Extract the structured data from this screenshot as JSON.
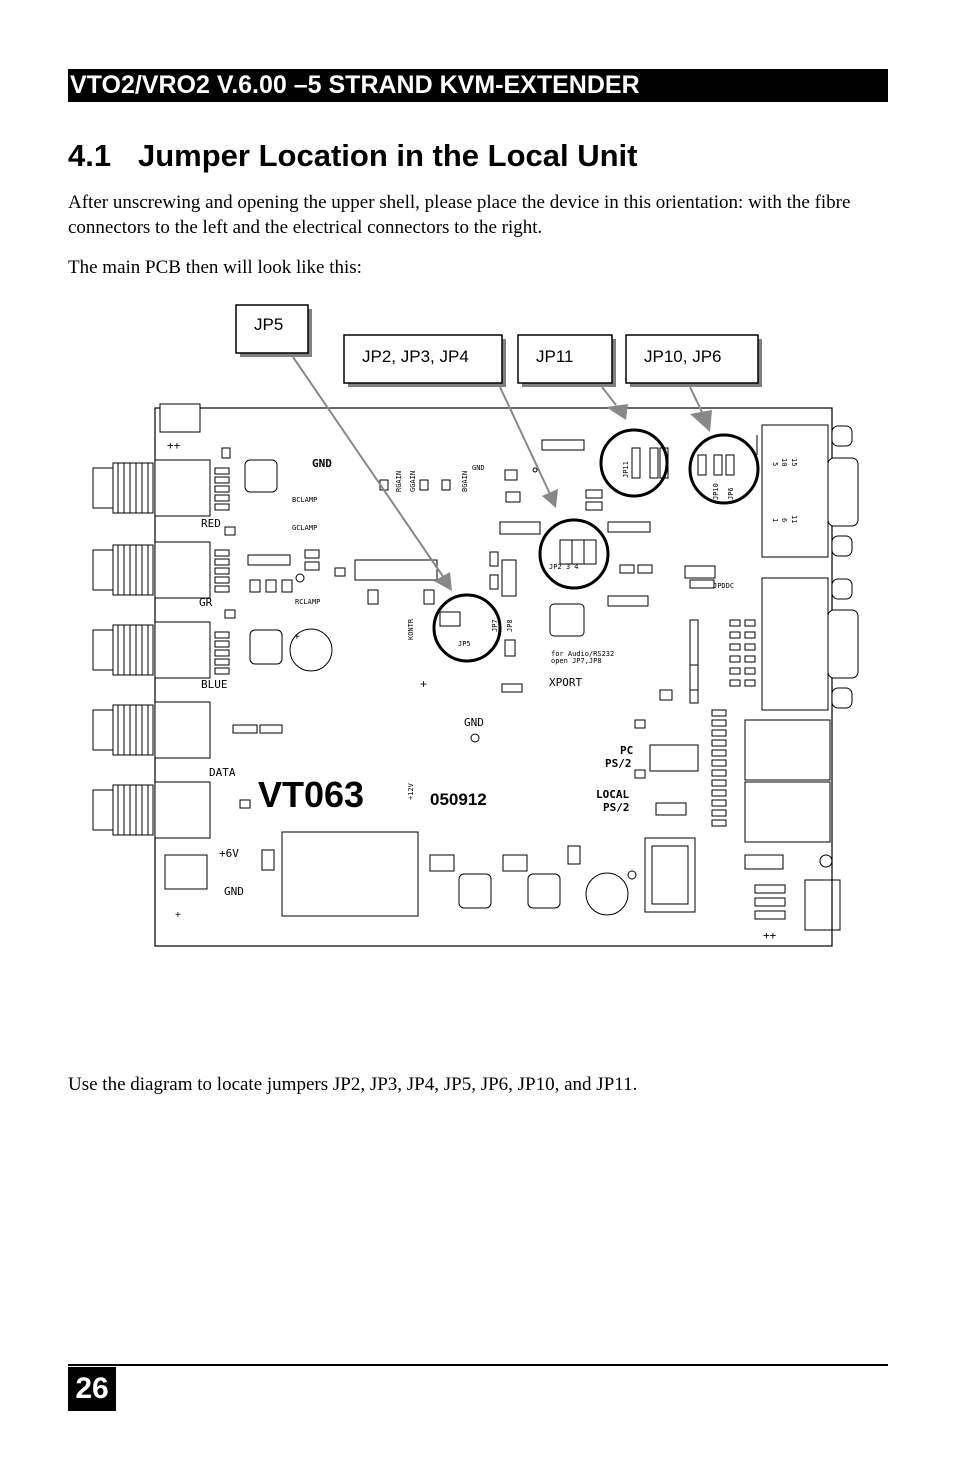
{
  "header": {
    "title": "VTO2/VRO2 V.6.00 –5 STRAND KVM-EXTENDER"
  },
  "section": {
    "number": "4.1",
    "title": "Jumper Location in the Local Unit"
  },
  "paragraphs": {
    "intro": "After unscrewing and opening the upper shell, please place the device in this orientation: with the fibre connectors to the left and the electrical connectors to the right.",
    "pcb_intro": "The main PCB then will look like this:",
    "usage": "Use the diagram to locate jumpers JP2, JP3, JP4, JP5, JP6, JP10, and JP11."
  },
  "callouts": {
    "jp5": "JP5",
    "jp234": "JP2, JP3, JP4",
    "jp11": "JP11",
    "jp10_jp6": "JP10, JP6"
  },
  "pcb_labels": {
    "gnd_top": "GND",
    "gnd_mid": "GND",
    "gnd_bottom": "GND",
    "plus_plus_top": "++",
    "plus_plus_bottom": "++",
    "red": "RED",
    "gr": "GR",
    "blue": "BLUE",
    "data": "DATA",
    "bclamp": "BCLAMP",
    "gclamp": "GCLAMP",
    "rclamp": "RCLAMP",
    "rgain": "RGAIN",
    "ggain": "GGAIN",
    "bgain": "BGAIN",
    "jp2_row": "JP2  3  4",
    "jp5_label": "JP5",
    "jp7": "JP7",
    "jp8": "JP8",
    "jp10": "JP10",
    "jp6": "JP6",
    "jp11": "JP11",
    "kontr": "KONTR",
    "board_name": "VT063",
    "board_date": "050912",
    "plus_12v": "+12V",
    "plus_6v": "+6V",
    "audio_note_1": "for Audio/RS232",
    "audio_note_2": "open JP7,JP8",
    "xport": "XPORT",
    "pc": "PC",
    "ps2_pc": "PS/2",
    "local": "LOCAL",
    "ps2_local": "PS/2",
    "jpddc": "JPDDC",
    "pin_5": "5",
    "pin_10": "10",
    "pin_15": "15",
    "pin_1": "1",
    "pin_6": "6",
    "pin_11": "11"
  },
  "footer": {
    "page_number": "26"
  }
}
